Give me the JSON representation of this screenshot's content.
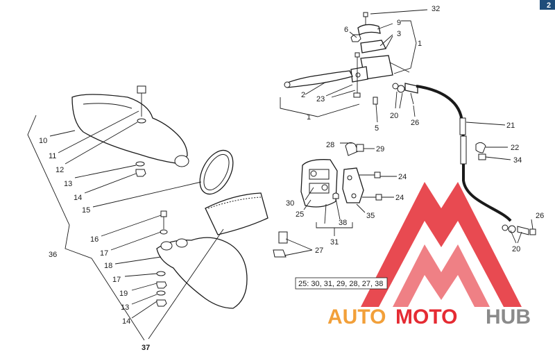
{
  "corner_badge": "2",
  "callouts": {
    "c32": "32",
    "c9": "9",
    "c3": "3",
    "c6": "6",
    "c1a": "1",
    "c1b": "1",
    "c2": "2",
    "c23": "23",
    "c5": "5",
    "c20a": "20",
    "c26a": "26",
    "c21": "21",
    "c22": "22",
    "c34": "34",
    "c28": "28",
    "c29": "29",
    "c24a": "24",
    "c24b": "24",
    "c30": "30",
    "c25": "25",
    "c35": "35",
    "c38": "38",
    "c31": "31",
    "c27": "27",
    "c26b": "26",
    "c20b": "20",
    "c10": "10",
    "c11": "11",
    "c12": "12",
    "c13a": "13",
    "c14a": "14",
    "c15": "15",
    "c16": "16",
    "c17a": "17",
    "c18": "18",
    "c17b": "17",
    "c19": "19",
    "c13b": "13",
    "c14b": "14",
    "c36": "36",
    "c37": "37"
  },
  "kit_note": "25: 30, 31, 29, 28, 27, 38",
  "watermark": {
    "part1": "AUTO",
    "part2": "MOTO",
    "part3": "HUB",
    "color_red": "#e52b33",
    "color_orange": "#f2a03a",
    "color_grey": "#8a8a8a"
  }
}
